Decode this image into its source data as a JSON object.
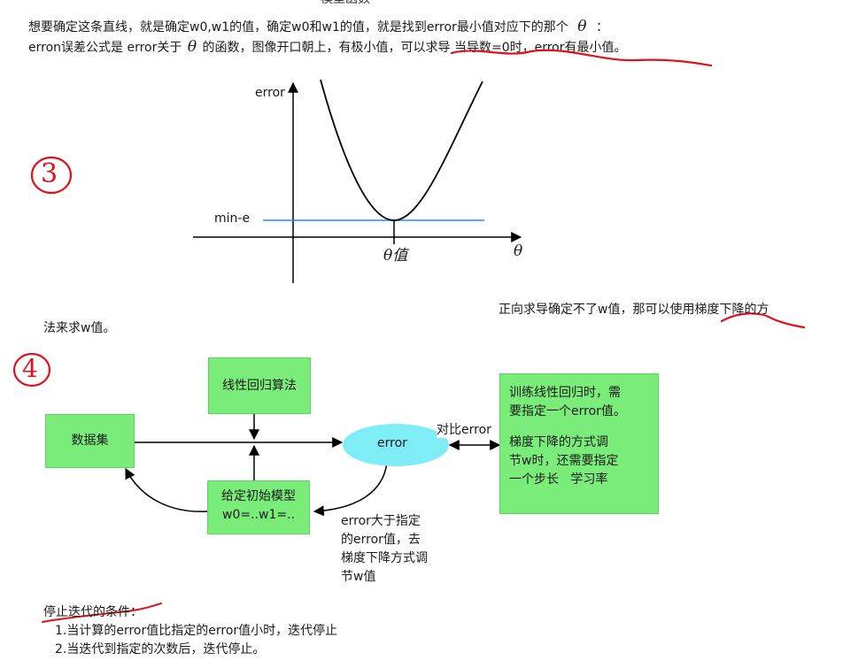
{
  "header_fragment": "模型函数",
  "intro": {
    "line1_a": "想要确定这条直线，就是确定w0,w1的值，确定w0和w1的值，就是找到error最小值对应下的那个",
    "line1_theta": "θ",
    "line1_b": "：",
    "line2_a": "erron误差公式是 error关于",
    "line2_theta": "θ",
    "line2_b": "的函数，图像开口朝上，有极小值，可以求导 当导数=0时，error有最小值。"
  },
  "annotations": {
    "section3": "3",
    "section4": "4"
  },
  "graph": {
    "y_label": "error",
    "min_label": "min-e",
    "theta_value_label": "θ值",
    "x_axis_label": "θ"
  },
  "transition": {
    "line1": "正向求导确定不了w值，那可以使用梯度下降的方",
    "line2": "法来求w值。"
  },
  "flow": {
    "dataset": "数据集",
    "algorithm": "线性回归算法",
    "init_model_line1": "给定初始模型",
    "init_model_line2": "w0=..w1=..",
    "error_node": "error",
    "compare": "对比error",
    "note_lines": [
      "训练线性回归时，需",
      "要指定一个error值。",
      "",
      "梯度下降的方式调",
      "节w时，还需要指定",
      "一个步长   学习率"
    ],
    "adjust_lines": [
      "error大于指定",
      "的error值，去",
      "梯度下降方式调",
      "节w值"
    ]
  },
  "stop": {
    "title": "停止迭代的条件：",
    "item1": "1.当计算的error值比指定的error值小时，迭代停止",
    "item2": "2.当迭代到指定的次数后，迭代停止。"
  },
  "colors": {
    "green_box": "#79ec79",
    "cyan_ellipse": "#7eedf5",
    "red_ink": "#e0101c",
    "min_line": "#2a8cd8"
  }
}
